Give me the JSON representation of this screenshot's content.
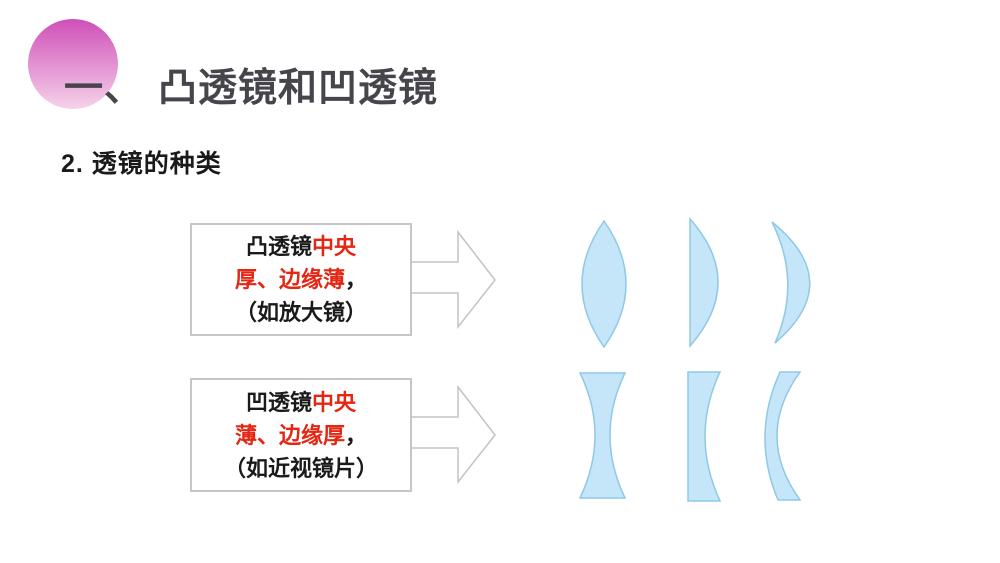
{
  "slide": {
    "title_prefix": "一、",
    "title": "凸透镜和凹透镜",
    "subtitle": "2. 透镜的种类"
  },
  "boxes": [
    {
      "name": "convex-lens-description",
      "lines": [
        {
          "segments": [
            {
              "text": "凸透镜",
              "emphasis": false
            },
            {
              "text": "中央",
              "emphasis": true
            }
          ]
        },
        {
          "segments": [
            {
              "text": "厚、边缘薄",
              "emphasis": true
            },
            {
              "text": "，",
              "emphasis": false
            }
          ]
        },
        {
          "segments": [
            {
              "text": "（如放大镜）",
              "emphasis": false
            }
          ]
        }
      ]
    },
    {
      "name": "concave-lens-description",
      "lines": [
        {
          "segments": [
            {
              "text": "凹透镜",
              "emphasis": false
            },
            {
              "text": "中央",
              "emphasis": true
            }
          ]
        },
        {
          "segments": [
            {
              "text": "薄、边缘厚",
              "emphasis": true
            },
            {
              "text": "，",
              "emphasis": false
            }
          ]
        },
        {
          "segments": [
            {
              "text": "（如近视镜片）",
              "emphasis": false
            }
          ]
        }
      ]
    }
  ],
  "lenses": {
    "convex_row": [
      "biconvex-lens",
      "plano-convex-lens",
      "convex-meniscus-lens"
    ],
    "concave_row": [
      "biconcave-lens",
      "plano-concave-lens",
      "concave-meniscus-lens"
    ]
  },
  "colors": {
    "emphasis_red": "#E42613",
    "title_gray": "#45454B",
    "text_black": "#1A1A1A",
    "lens_fill": "#C5E6F8",
    "lens_stroke": "#8FC8E8",
    "box_border": "#C6C6C6",
    "arrow_stroke": "#C3C3C3",
    "circle_top": "#CE4FB8",
    "circle_bottom": "#F6D2EA"
  }
}
